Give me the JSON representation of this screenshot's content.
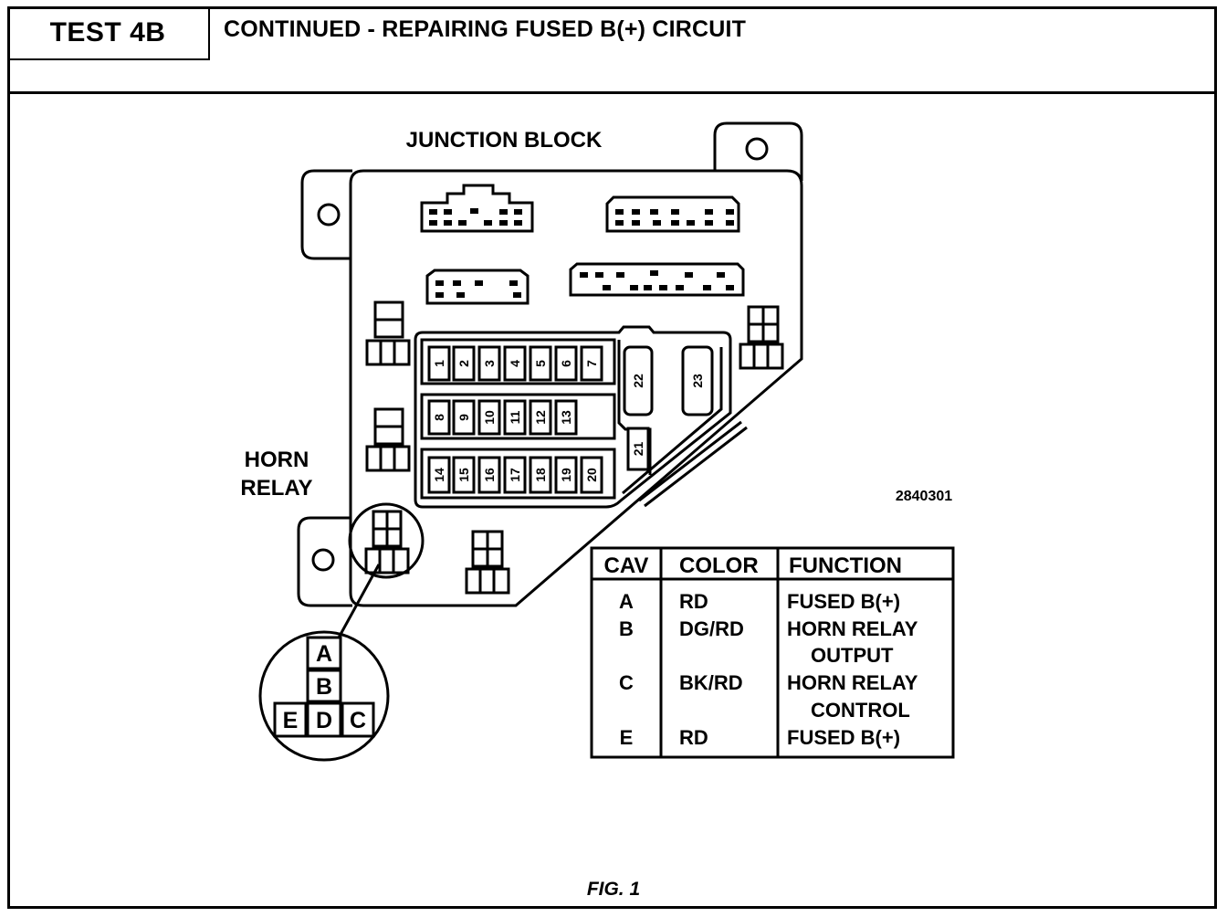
{
  "header": {
    "test_label": "TEST 4B",
    "title": "CONTINUED - REPAIRING FUSED B(+) CIRCUIT"
  },
  "diagram": {
    "junction_block_label": "JUNCTION BLOCK",
    "horn_relay_label_line1": "HORN",
    "horn_relay_label_line2": "RELAY",
    "part_number": "2840301",
    "fuses": [
      "1",
      "2",
      "3",
      "4",
      "5",
      "6",
      "7",
      "8",
      "9",
      "10",
      "11",
      "12",
      "13",
      "14",
      "15",
      "16",
      "17",
      "18",
      "19",
      "20",
      "21",
      "22",
      "23"
    ],
    "relay_cavities": [
      "A",
      "B",
      "E",
      "D",
      "C"
    ]
  },
  "cavity_table": {
    "headers": [
      "CAV",
      "COLOR",
      "FUNCTION"
    ],
    "rows": [
      {
        "cav": "A",
        "color": "RD",
        "function": "FUSED B(+)",
        "function2": ""
      },
      {
        "cav": "B",
        "color": "DG/RD",
        "function": "HORN RELAY",
        "function2": "OUTPUT"
      },
      {
        "cav": "C",
        "color": "BK/RD",
        "function": "HORN RELAY",
        "function2": "CONTROL"
      },
      {
        "cav": "E",
        "color": "RD",
        "function": "FUSED B(+)",
        "function2": ""
      }
    ]
  },
  "caption": "FIG. 1"
}
